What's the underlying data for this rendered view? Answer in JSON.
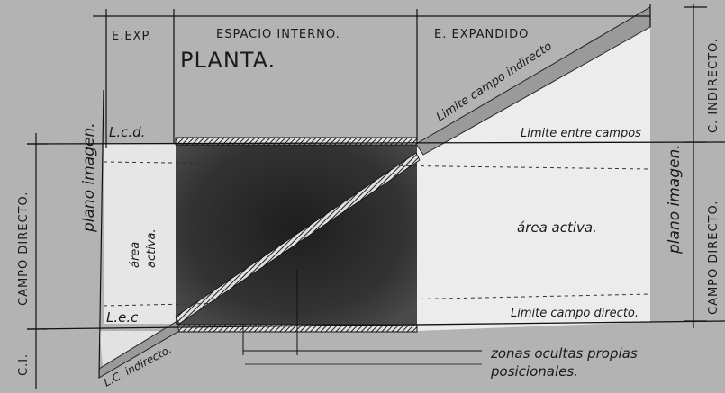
{
  "header": {
    "e_exp": "E.EXP.",
    "espacio_interno": "ESPACIO INTERNO.",
    "e_expandido": "E. EXPANDIDO",
    "planta": "PLANTA."
  },
  "left": {
    "lcd": "L.c.d.",
    "lec": "L.e.c",
    "plano_imagen": "plano imagen.",
    "area_activa_1": "área",
    "area_activa_2": "activa.",
    "campo_directo": "CAMPO DIRECTO.",
    "ci": "C.I.",
    "lc_indirecto": "L.C. indirecto."
  },
  "right": {
    "limite_campo_indirecto": "Limite campo indirecto",
    "limite_entre_campos": "Limite entre campos",
    "area_activa": "área activa.",
    "limite_campo_directo": "Limite campo directo.",
    "plano_imagen": "plano imagen.",
    "campo_directo": "CAMPO DIRECTO.",
    "c_indirecto": "C. INDIRECTO."
  },
  "bottom": {
    "zonas_1": "zonas ocultas propias",
    "zonas_2": "posicionales."
  },
  "colors": {
    "background": "#b3b3b3",
    "light_area": "#ececec",
    "dark_interior": "#262626",
    "ink": "#1a1a1a"
  }
}
